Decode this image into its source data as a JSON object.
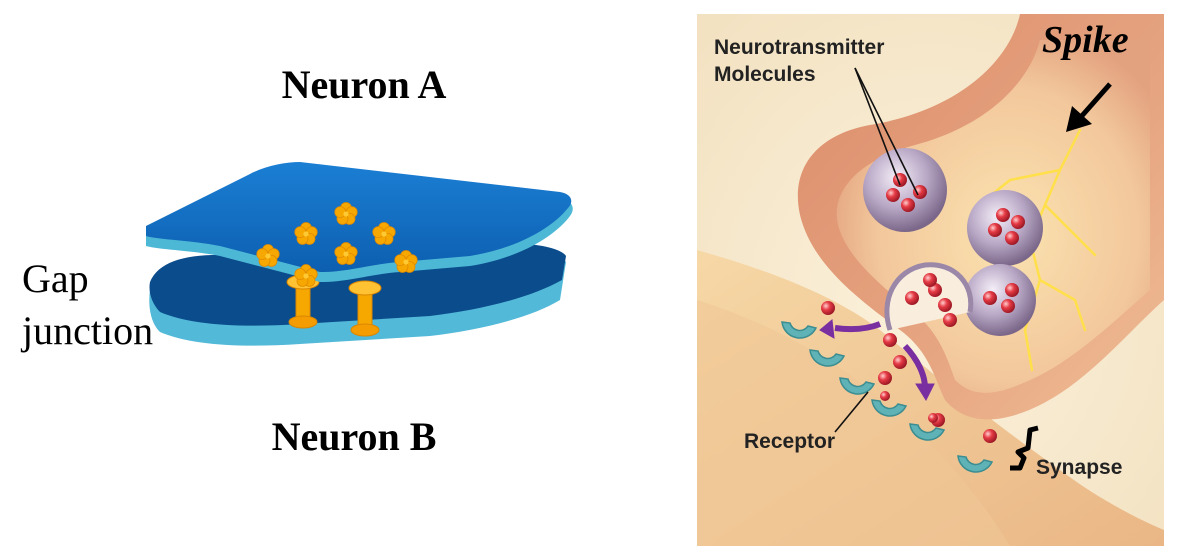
{
  "left_panel": {
    "neuron_a_label": "Neuron A",
    "neuron_b_label": "Neuron B",
    "gap_label_line1": "Gap",
    "gap_label_line2": "junction"
  },
  "right_panel": {
    "nt_label_line1": "Neurotransmitter",
    "nt_label_line2": "Molecules",
    "spike_label": "Spike",
    "receptor_label": "Receptor",
    "synapse_label": "Synapse"
  },
  "colors": {
    "membrane_blue": "#1565c0",
    "membrane_light": "#4db8d6",
    "channel_orange": "#f7a800",
    "vesicle_red": "#d8283a",
    "axon_tissue": "#e6a27e"
  }
}
